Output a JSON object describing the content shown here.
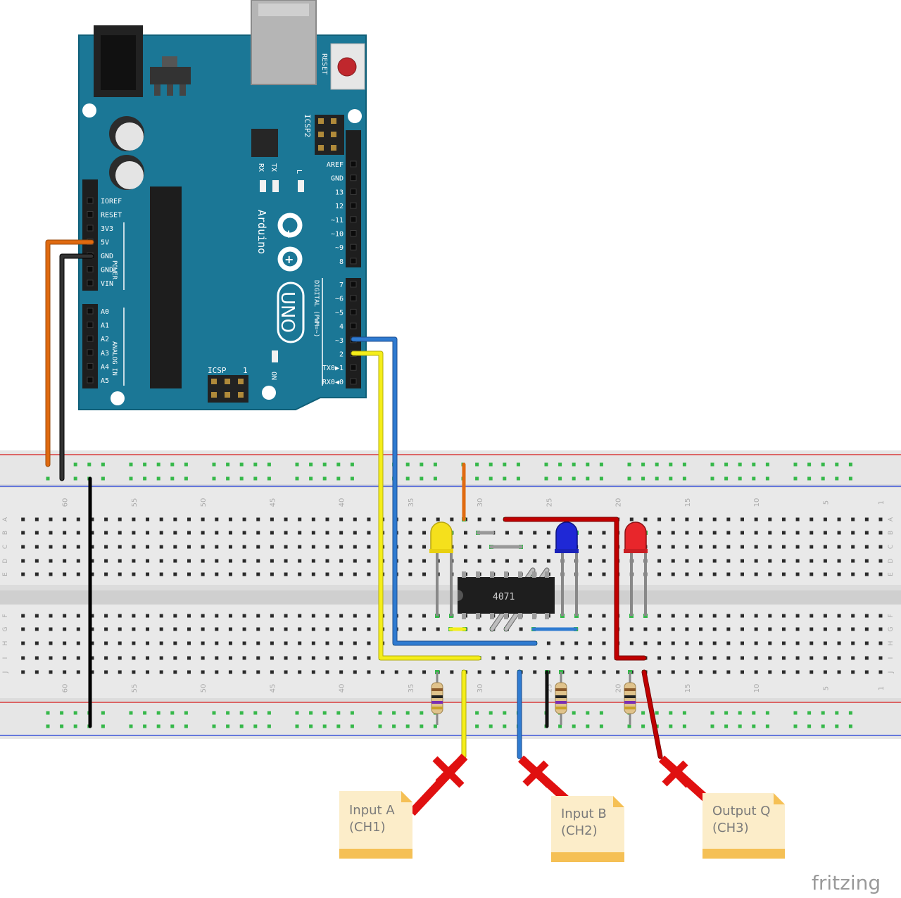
{
  "arduino": {
    "brand": "Arduino",
    "model": "UNO",
    "reset_label": "RESET",
    "icsp2_label": "ICSP2",
    "icsp_label": "ICSP",
    "icsp_pin1": "1",
    "on_label": "ON",
    "led_tx": "TX",
    "led_rx": "RX",
    "led_l": "L",
    "digital_header": "DIGITAL (PWM=~)",
    "power_header": "POWER",
    "analog_header": "ANALOG IN",
    "digital_pins": [
      "AREF",
      "GND",
      "13",
      "12",
      "~11",
      "~10",
      "~9",
      "8",
      "7",
      "~6",
      "~5",
      "4",
      "~3",
      "2",
      "TX0▶1",
      "RX0◀0"
    ],
    "power_pins": [
      "IOREF",
      "RESET",
      "3V3",
      "5V",
      "GND",
      "GND",
      "VIN"
    ],
    "analog_pins": [
      "A0",
      "A1",
      "A2",
      "A3",
      "A4",
      "A5"
    ]
  },
  "breadboard": {
    "column_numbers": [
      "60",
      "55",
      "50",
      "45",
      "40",
      "35",
      "30",
      "25",
      "20",
      "15",
      "10",
      "5",
      "1"
    ],
    "row_letters_top": [
      "A",
      "B",
      "C",
      "D",
      "E"
    ],
    "row_letters_bottom": [
      "F",
      "G",
      "H",
      "I",
      "J"
    ]
  },
  "ic": {
    "label": "4071"
  },
  "leds": [
    {
      "name": "yellow-led",
      "color": "#f5e01c"
    },
    {
      "name": "blue-led",
      "color": "#1f28d6"
    },
    {
      "name": "red-led",
      "color": "#e8262b"
    }
  ],
  "probes": [
    {
      "name": "input-a-probe",
      "line1": "Input A",
      "line2": "(CH1)"
    },
    {
      "name": "input-b-probe",
      "line1": "Input B",
      "line2": "(CH2)"
    },
    {
      "name": "output-q-probe",
      "line1": "Output Q",
      "line2": "(CH3)"
    }
  ],
  "wire_colors": {
    "orange": "#e06a10",
    "black": "#222222",
    "yellow": "#f5ee1a",
    "blue": "#2f7bd1",
    "red": "#c00000"
  },
  "watermark": "fritzing"
}
